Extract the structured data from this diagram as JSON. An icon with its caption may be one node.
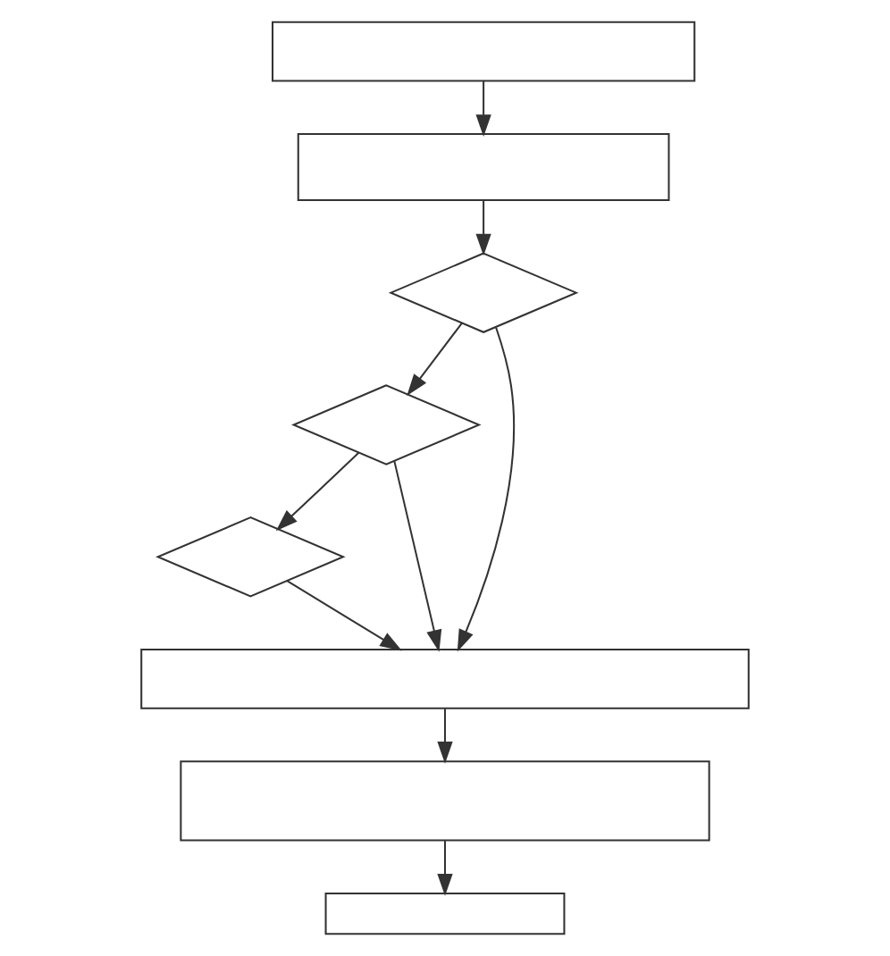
{
  "diagram": {
    "nodes": [
      {
        "text": [],
        "shape": "box"
      },
      {
        "text": [],
        "shape": "box"
      },
      {
        "text": [],
        "shape": "diamond"
      },
      {
        "text": [],
        "shape": "diamond"
      },
      {
        "text": [],
        "shape": "diamond"
      },
      {
        "text": [],
        "shape": "box"
      },
      {
        "text": [],
        "shape": "box"
      },
      {
        "text": [],
        "shape": "box"
      }
    ],
    "edges": [
      {
        "from": 0,
        "to": 1,
        "arrow": "to"
      },
      {
        "from": 1,
        "to": 2,
        "arrow": "to"
      },
      {
        "from": 2,
        "to": 3,
        "arrow": "to"
      },
      {
        "from": 2,
        "to": 5,
        "arrow": "to"
      },
      {
        "from": 3,
        "to": 4,
        "arrow": "to"
      },
      {
        "from": 3,
        "to": 5,
        "arrow": "to"
      },
      {
        "from": 4,
        "to": 5,
        "arrow": "to"
      },
      {
        "from": 5,
        "to": 6,
        "arrow": "to"
      },
      {
        "from": 6,
        "to": 7,
        "arrow": "to"
      }
    ]
  }
}
